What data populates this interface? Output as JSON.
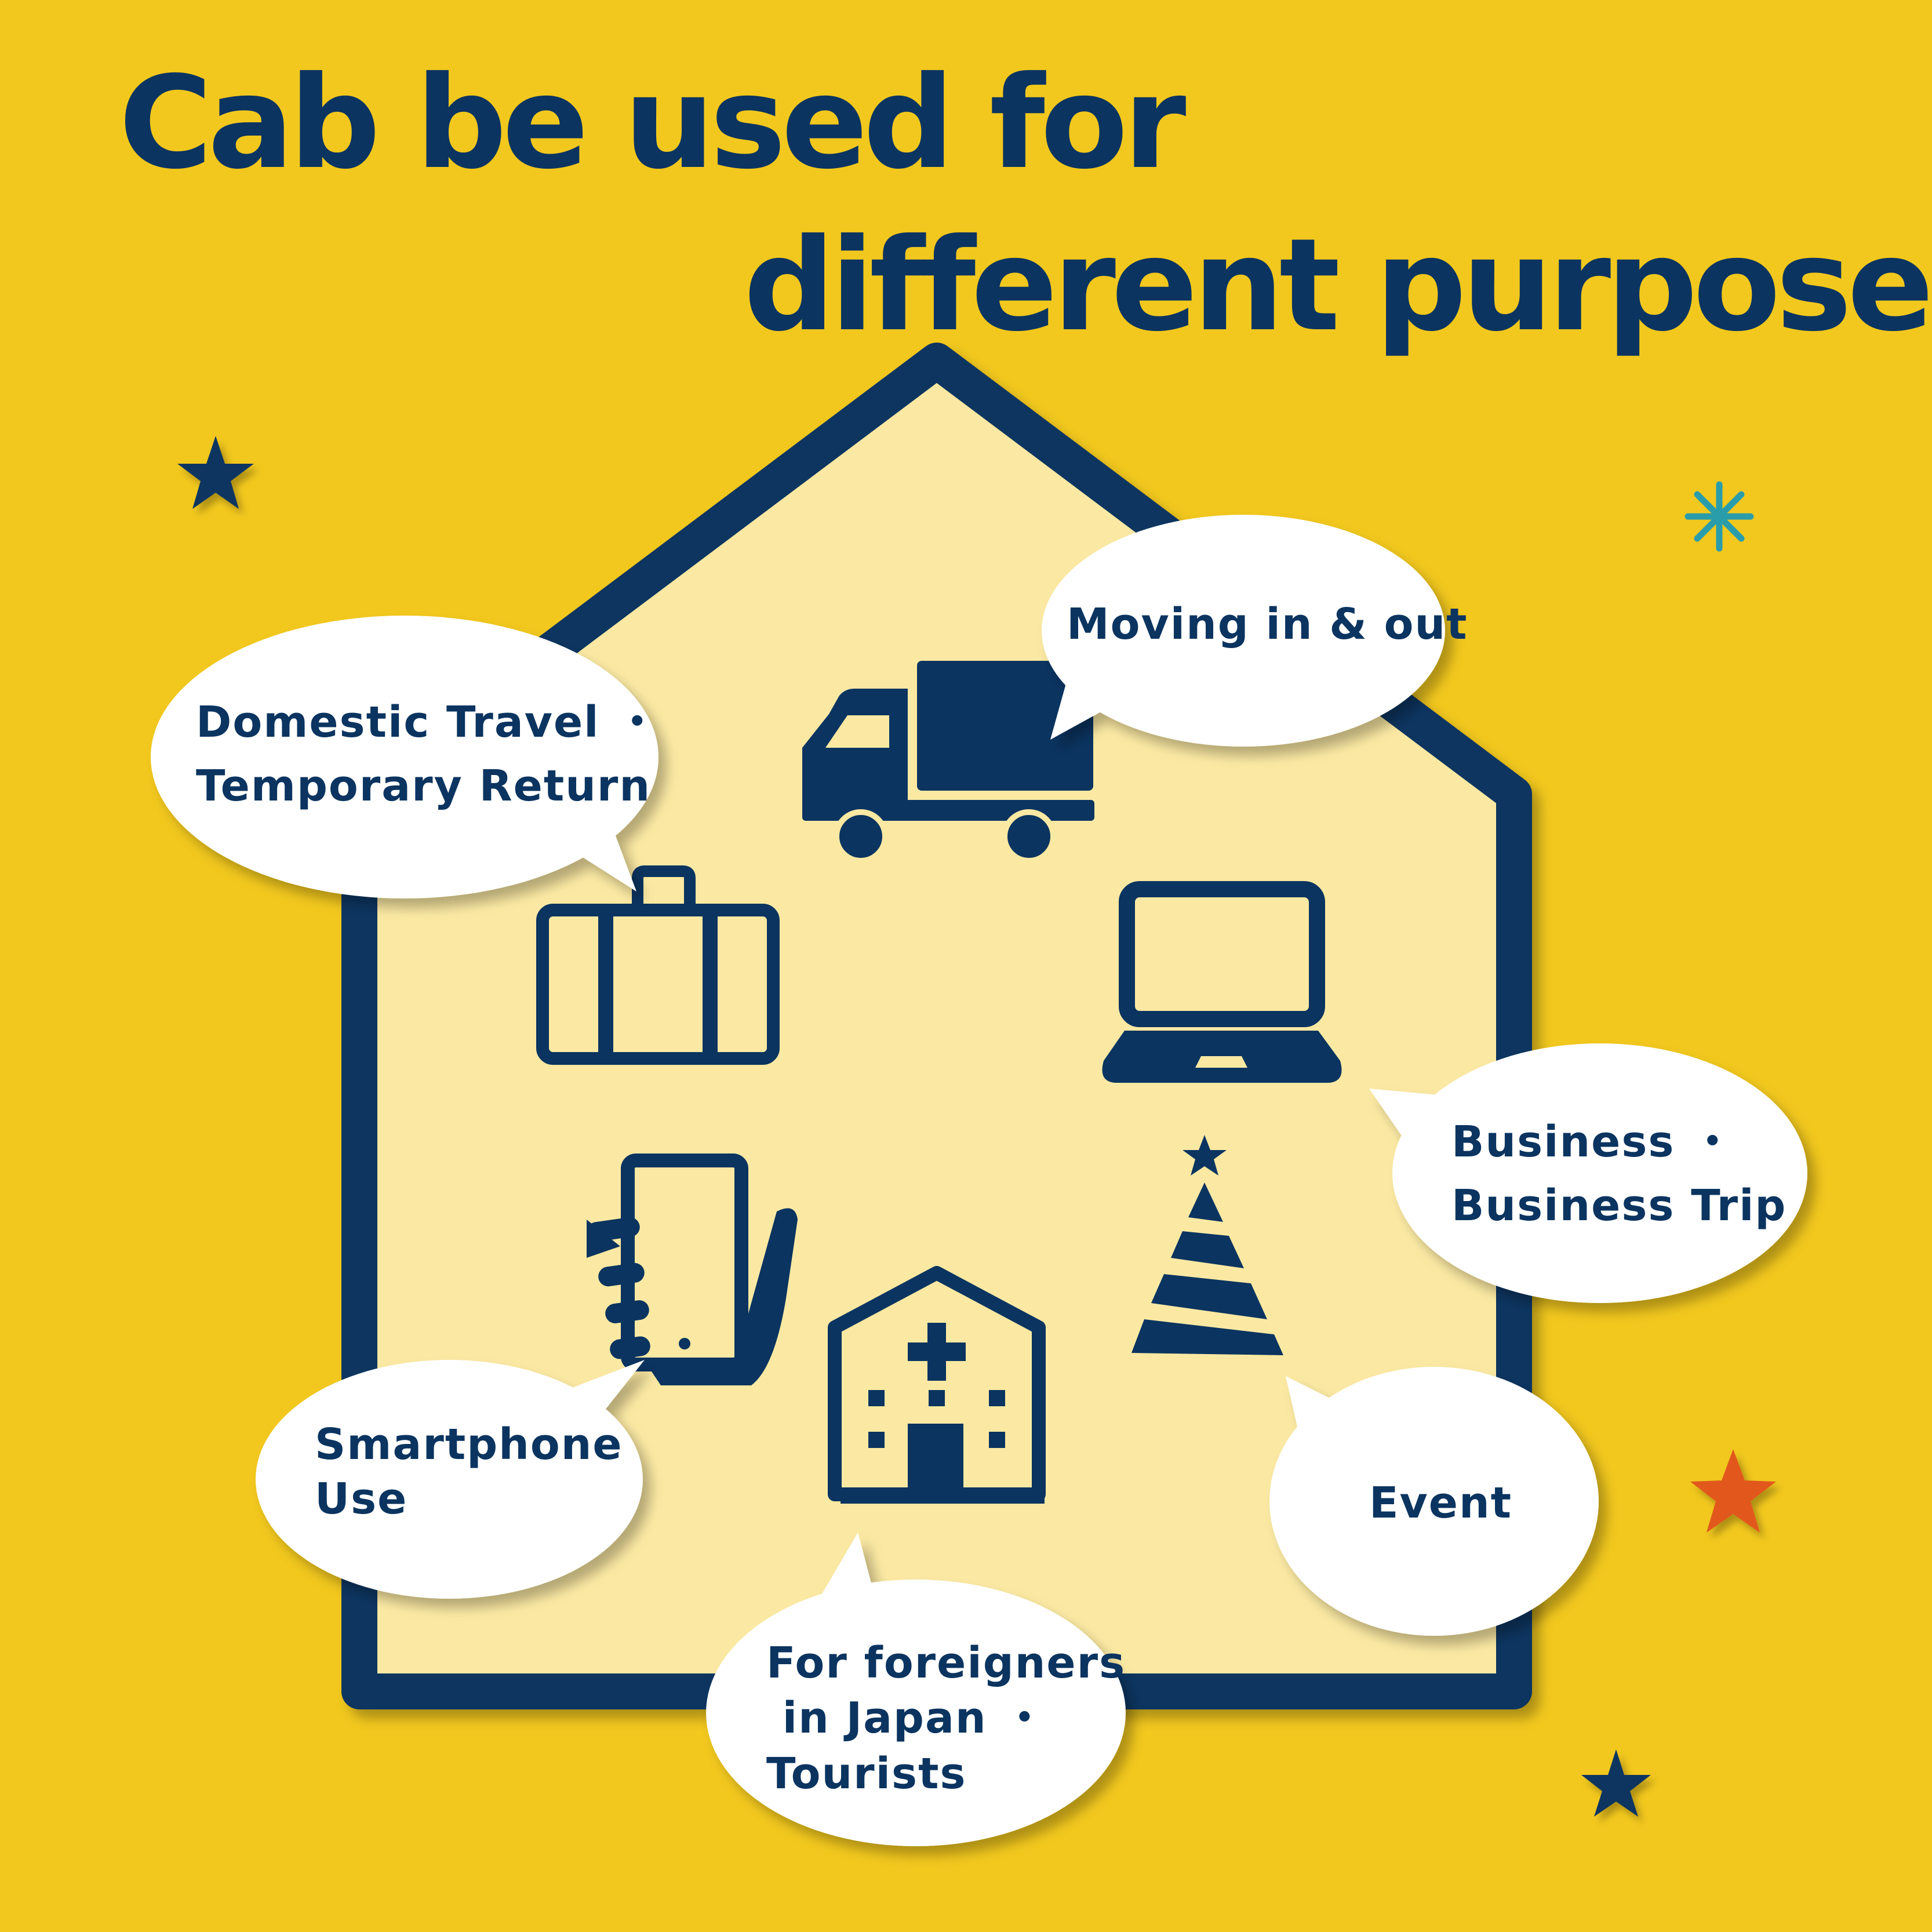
{
  "title": {
    "line1": "Cab be used for",
    "line2": "different purposes"
  },
  "colors": {
    "background": "#f2c81e",
    "house_fill": "#fbe9a3",
    "navy": "#0b3460",
    "bubble": "#ffffff",
    "accent_teal": "#2a9dab",
    "accent_orange": "#e2581f"
  },
  "bubbles": {
    "moving": "Moving in & out",
    "travel": "Domestic Travel ・\nTemporary Return",
    "business": "Business ・\nBusiness Trip",
    "smartphone": "Smartphone\nUse",
    "event": "Event",
    "foreigners": "For foreigners\n in Japan ・\nTourists"
  },
  "icons": [
    "truck-icon",
    "suitcase-icon",
    "laptop-icon",
    "smartphone-hand-icon",
    "hospital-icon",
    "party-hat-icon",
    "star-icon",
    "asterisk-sparkle-icon"
  ]
}
